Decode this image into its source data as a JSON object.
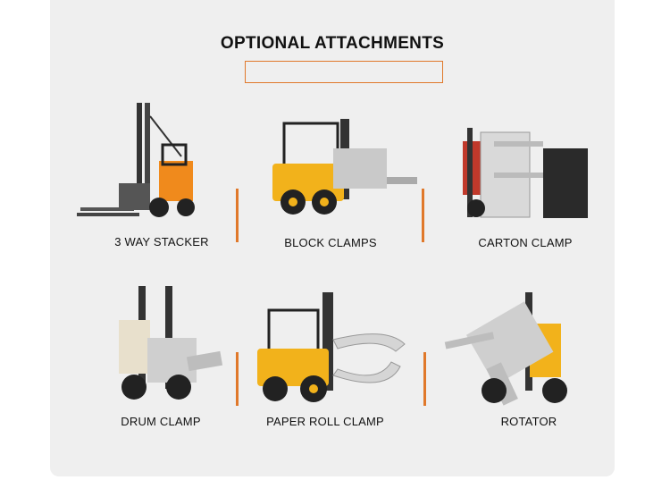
{
  "heading": {
    "title": "OPTIONAL ATTACHMENTS"
  },
  "colors": {
    "accent": "#e0782a",
    "panel": "#efefef",
    "forklift_orange": "#f08a1c",
    "forklift_yellow": "#f2b21b"
  },
  "items": [
    {
      "label": "3 WAY STACKER",
      "icon": "three-way-stacker-forklift"
    },
    {
      "label": "BLOCK CLAMPS",
      "icon": "block-clamp-forklift"
    },
    {
      "label": "CARTON CLAMP",
      "icon": "carton-clamp-forklift"
    },
    {
      "label": "DRUM CLAMP",
      "icon": "drum-clamp-forklift"
    },
    {
      "label": "PAPER ROLL CLAMP",
      "icon": "paper-roll-clamp-forklift"
    },
    {
      "label": "ROTATOR",
      "icon": "rotator-forklift"
    }
  ]
}
